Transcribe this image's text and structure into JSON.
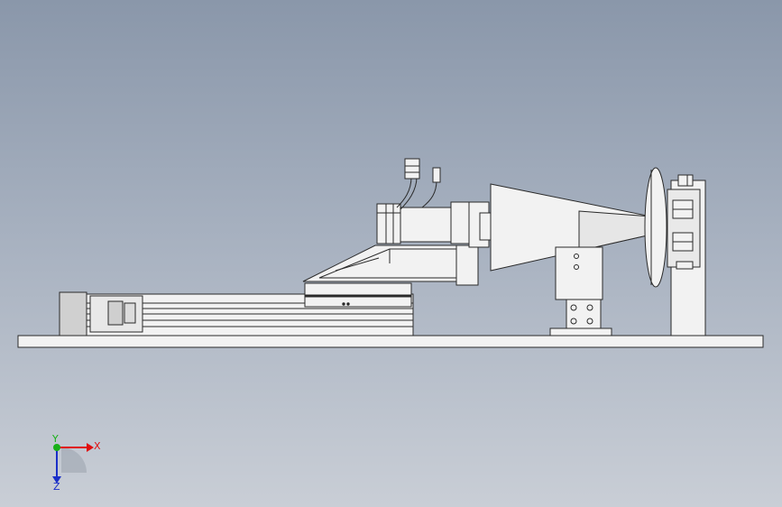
{
  "viewport": {
    "background_top": "#8a97aa",
    "background_bottom": "#c9ced6",
    "part_fill": "#f2f2f2",
    "part_stroke": "#2a2a2a"
  },
  "triad": {
    "x_label": "X",
    "y_label": "Y",
    "z_label": "Z",
    "x_color": "#e01010",
    "y_color": "#18b018",
    "z_color": "#1a2fc8"
  }
}
